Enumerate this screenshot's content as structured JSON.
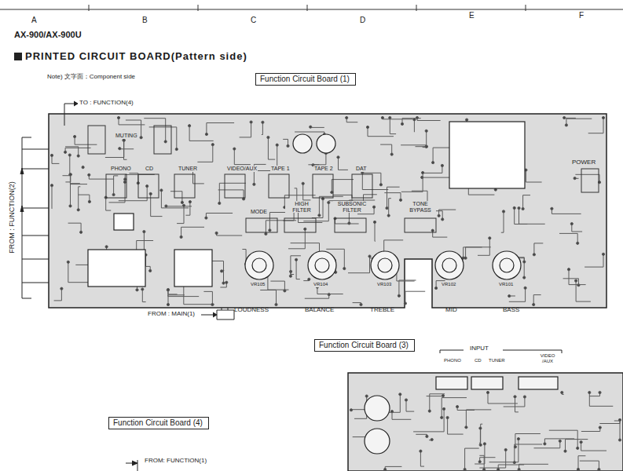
{
  "diagram": {
    "title": "PRINTED CIRCUIT BOARD(Pattern side)",
    "nodes": [
      {
        "text": [
          "Function Circuit Board (1)"
        ]
      },
      {
        "text": [
          "Function Circuit Board (3)"
        ]
      },
      {
        "text": [
          "Function Circuit Board (4)"
        ]
      }
    ],
    "labels": [
      "A",
      "B",
      "C",
      "D",
      "E",
      "F",
      "AX-900/AX-900U",
      "Note) 文字面：Component side",
      "TO : FUNCTION(4)",
      "FROM : FUNCTION(2)",
      "FROM : MAIN(1)",
      "LOUDNESS",
      "BALANCE",
      "TREBLE",
      "MID",
      "BASS",
      "POWER",
      "MUTING",
      "PHONO",
      "CD",
      "TUNER",
      "VIDEO/AUX",
      "TAPE 1",
      "TAPE 2",
      "DAT",
      "MODE",
      "HIGH FILTER",
      "SUBSONIC FILTER",
      "TONE BYPASS",
      "VR105",
      "VR104",
      "VR103",
      "VR102",
      "VR101",
      "INPUT",
      "PHONO",
      "CD",
      "TUNER",
      "VIDEO /AUX",
      "FROM: FUNCTION(1)"
    ]
  }
}
